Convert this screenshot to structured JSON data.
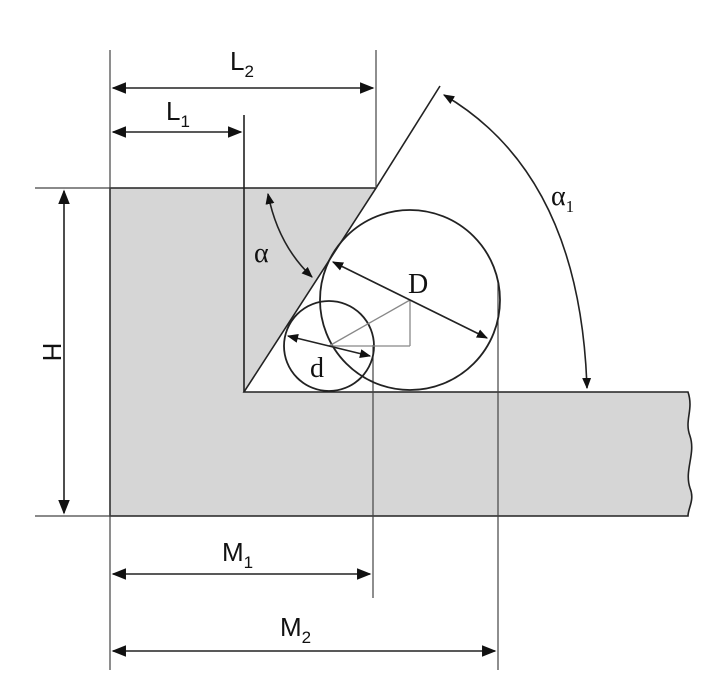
{
  "labels": {
    "L2": {
      "main": "L",
      "sub": "2"
    },
    "L1": {
      "main": "L",
      "sub": "1"
    },
    "H": "H",
    "alpha": "α",
    "alpha1": {
      "main": "α",
      "sub": "1"
    },
    "D": "D",
    "d": "d",
    "M1": {
      "main": "M",
      "sub": "1"
    },
    "M2": {
      "main": "M",
      "sub": "2"
    }
  },
  "colors": {
    "fill": "#d6d6d6",
    "line": "#222222"
  }
}
